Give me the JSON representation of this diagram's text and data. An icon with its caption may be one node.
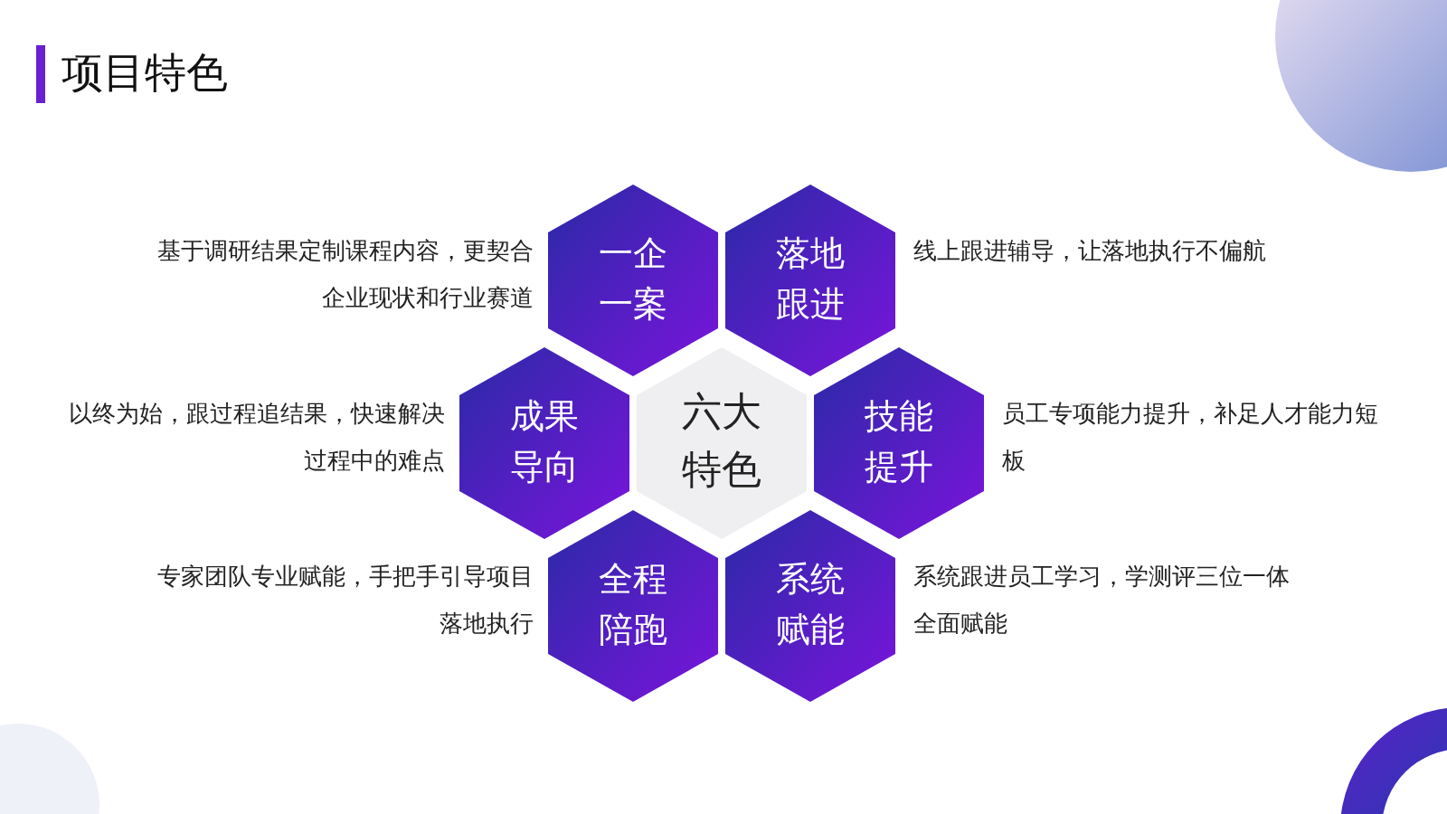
{
  "diagram": {
    "title": "项目特色",
    "nodes": [
      {
        "text": [
          "一企一案"
        ],
        "beside": [
          "基于调研结果定制课程内容，更契合企业现状和行业赛道"
        ]
      },
      {
        "text": [
          "落地跟进"
        ],
        "beside": [
          "线上跟进辅导，让落地执行不偏航"
        ]
      },
      {
        "text": [
          "成果导向"
        ],
        "beside": [
          "以终为始，跟过程追结果，快速解决过程中的难点"
        ]
      },
      {
        "text": [
          "六大特色"
        ]
      },
      {
        "text": [
          "技能提升"
        ],
        "beside": [
          "员工专项能力提升，补足人才能力短板"
        ]
      },
      {
        "text": [
          "全程陪跑"
        ],
        "beside": [
          "专家团队专业赋能，手把手引导项目落地执行"
        ]
      },
      {
        "text": [
          "系统赋能"
        ],
        "beside": [
          "系统跟进员工学习，学测评三位一体全面赋能"
        ]
      }
    ]
  }
}
